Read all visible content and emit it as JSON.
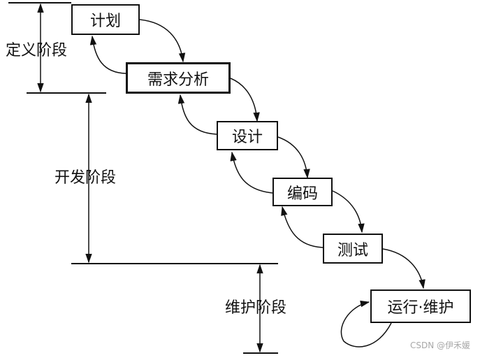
{
  "stages": {
    "definition": "定义阶段",
    "development": "开发阶段",
    "maintenance": "维护阶段"
  },
  "steps": [
    "计划",
    "需求分析",
    "设计",
    "编码",
    "测试",
    "运行·维护"
  ],
  "watermark": "CSDN @伊禾媛"
}
